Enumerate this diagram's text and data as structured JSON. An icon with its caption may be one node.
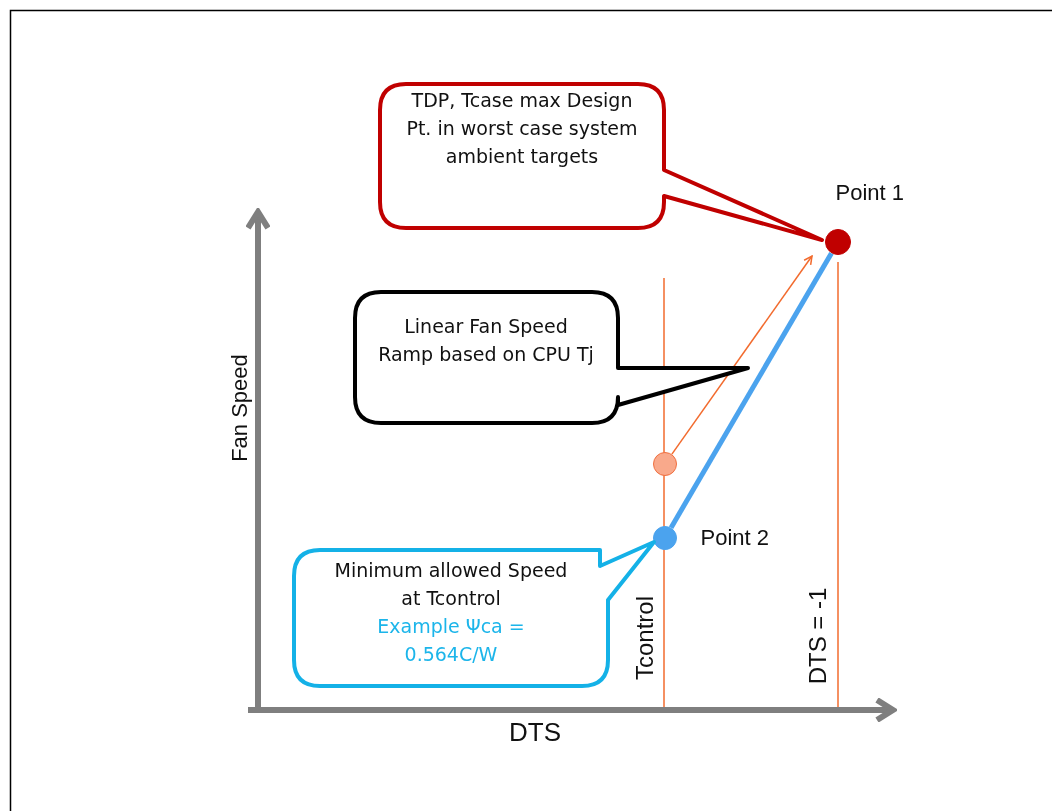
{
  "diagram": {
    "nodes": [
      {
        "text": [
          "TDP, Tcase  max Design Pt. in worst case system ambient targets"
        ]
      },
      {
        "text": [],
        "shape": "circle"
      },
      {
        "text": [
          "Linear Fan Speed Ramp based on CPU Tj"
        ]
      },
      {
        "text": [],
        "shape": "circle"
      },
      {
        "text": [],
        "shape": "circle"
      },
      {
        "text": [
          "Minimum allowed Speed at Tcontrol",
          "Example Ψca = 0.564C/W"
        ]
      }
    ],
    "edges": [
      {
        "from": 4,
        "to": 1,
        "arrow": "none",
        "style": "thick",
        "color": "#4ba3ee"
      },
      {
        "from": 3,
        "to": 1,
        "arrow": "to",
        "color": "#f26b2e"
      }
    ],
    "labels": [
      "Point 1",
      "Point 2",
      "Fan Speed",
      "DTS",
      "Tcontrol",
      "DTS = -1"
    ]
  }
}
